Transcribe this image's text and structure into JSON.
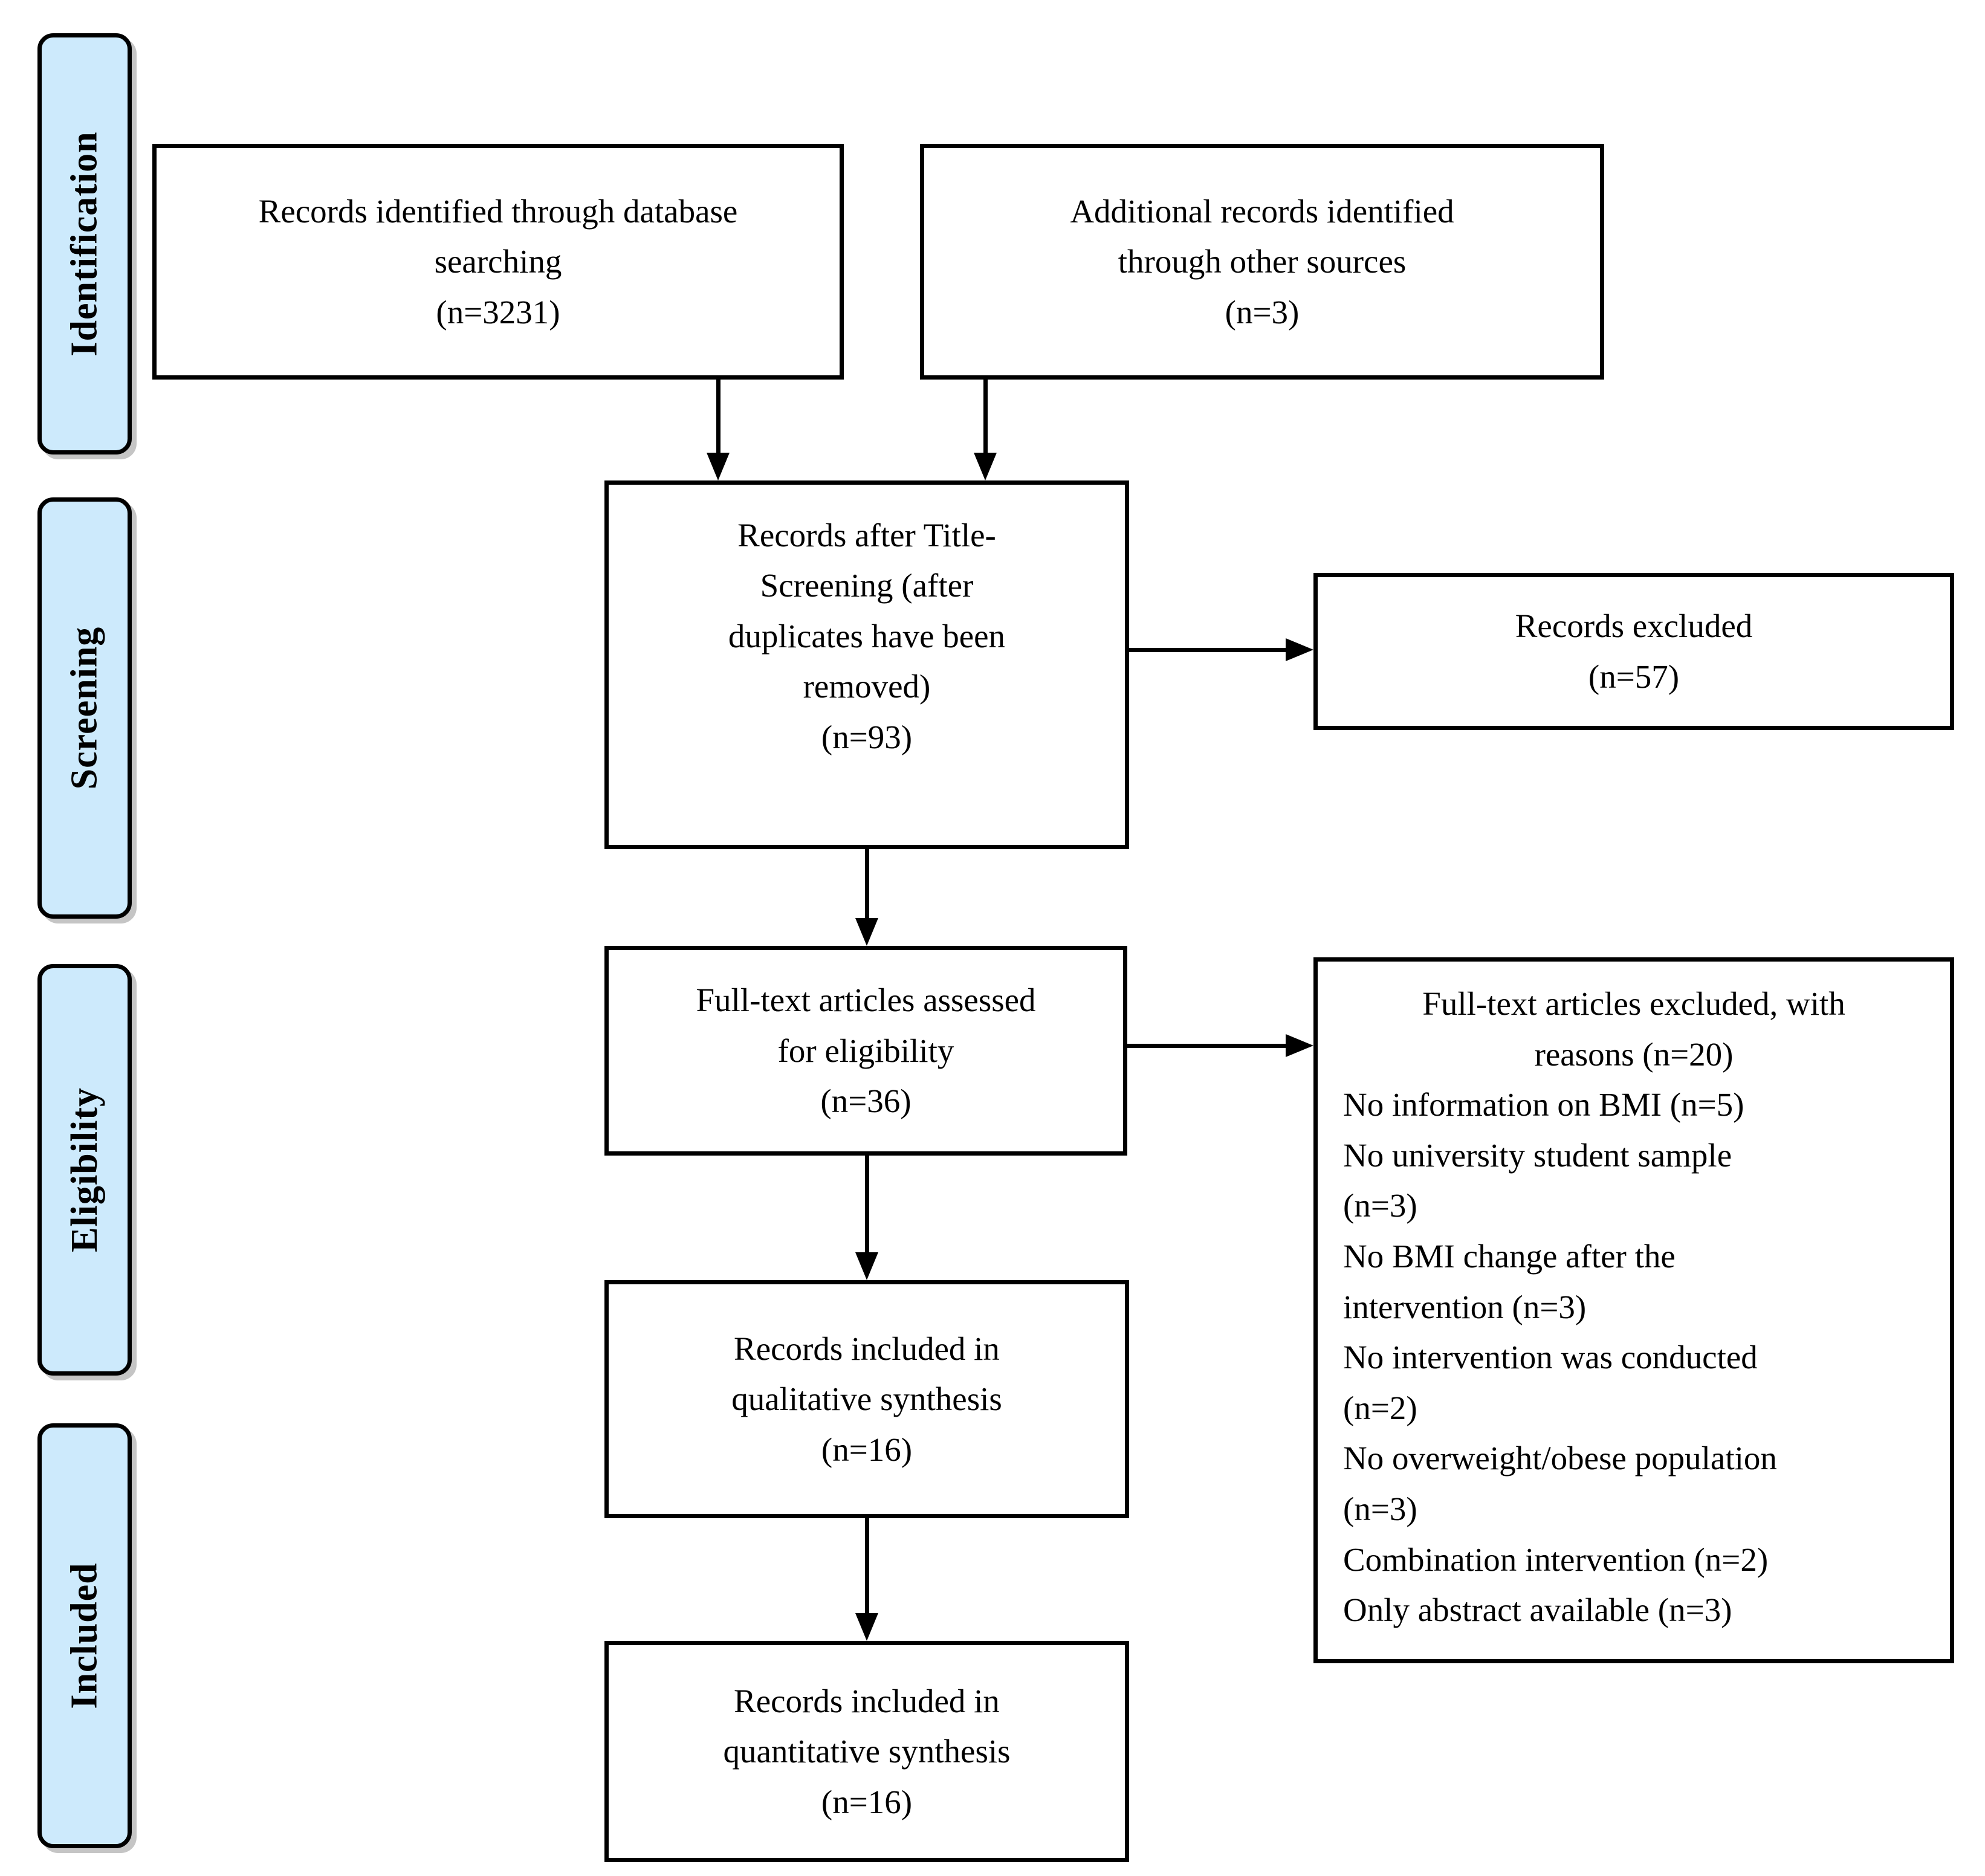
{
  "colors": {
    "stage_fill": "#cdeafc",
    "line_color": "#000000",
    "page_bg": "#ffffff"
  },
  "stages": [
    {
      "label": "Identification"
    },
    {
      "label": "Screening"
    },
    {
      "label": "Eligibility"
    },
    {
      "label": "Included"
    }
  ],
  "boxes": {
    "db_search": "Records identified through database\nsearching\n(n=3231)",
    "other_sources": "Additional records identified\nthrough other sources\n(n=3)",
    "title_screening": "Records after Title-\nScreening (after\nduplicates have been\nremoved)\n(n=93)",
    "records_excluded": "Records excluded\n(n=57)",
    "fulltext_assessed": "Full-text articles assessed\nfor eligibility\n(n=36)",
    "qualitative": "Records included in\nqualitative synthesis\n(n=16)",
    "quantitative": "Records included in\nquantitative synthesis\n(n=16)"
  },
  "fulltext_excluded": {
    "title": "Full-text articles excluded, with\nreasons (n=20)",
    "reasons": [
      "No information on BMI (n=5)",
      "No university student sample\n(n=3)",
      "No BMI change after the\nintervention (n=3)",
      "No intervention was conducted\n(n=2)",
      "No overweight/obese population\n(n=3)",
      "Combination intervention (n=2)",
      "Only abstract available (n=3)"
    ]
  }
}
